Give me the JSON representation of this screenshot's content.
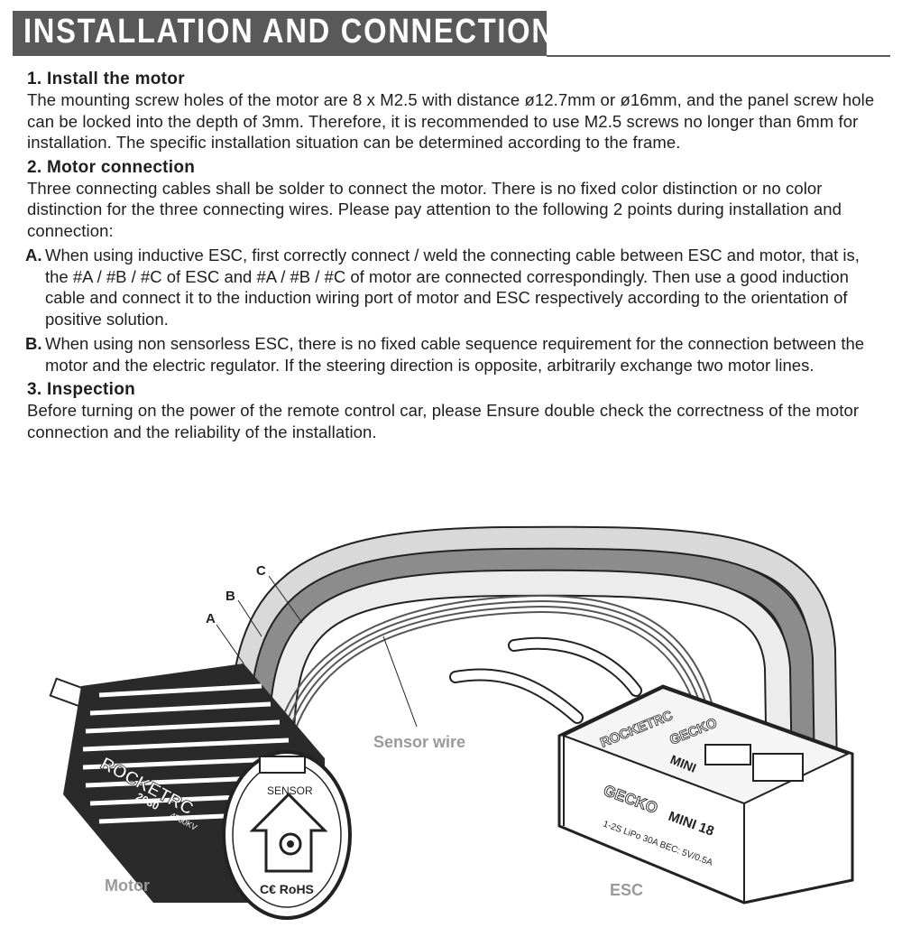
{
  "header": {
    "title": "INSTALLATION AND CONNECTION"
  },
  "sections": [
    {
      "heading": "1. Install the motor",
      "body": "The mounting screw holes of the motor are 8 x M2.5 with distance ø12.7mm or ø16mm, and the panel screw hole can be locked into the depth of 3mm. Therefore, it is recommended to use M2.5 screws no longer than 6mm for installation. The specific installation situation can be determined according to the frame."
    },
    {
      "heading": "2. Motor connection",
      "body": "Three connecting cables shall be solder to connect the motor. There is no fixed color distinction or no color distinction for the three connecting wires. Please pay attention to the following 2 points during installation and connection:",
      "items": [
        {
          "mark": "A.",
          "text": "When using inductive ESC, first correctly connect / weld the connecting cable between ESC and motor, that is, the #A / #B / #C of ESC and #A / #B / #C of motor are connected correspondingly. Then use a good induction cable and connect it to the induction wiring port of motor and ESC respectively according to the orientation of positive solution."
        },
        {
          "mark": "B.",
          "text": "When using non sensorless ESC, there is no fixed cable sequence requirement for the connection between the motor  and the electric regulator. If the steering direction is opposite, arbitrarily exchange two motor lines."
        }
      ]
    },
    {
      "heading": "3. Inspection",
      "body": "Before turning on the power of the remote control car, please Ensure double check the correctness of the motor connection and the reliability of the installation."
    }
  ],
  "diagram": {
    "wire_labels": {
      "a": "A",
      "b": "B",
      "c": "C"
    },
    "sensor_wire_label": "Sensor wire",
    "motor_label": "Motor",
    "esc_label": "ESC",
    "motor_brand": "ROCKETRC",
    "motor_model": "2030",
    "motor_kv": "4500KV",
    "motor_sensor": "SENSOR",
    "motor_cert": "C€ RoHS",
    "esc_brand": "ROCKETRC",
    "esc_gecko_top": "GECKO",
    "esc_mini_top": "MINI",
    "esc_gecko": "GECKO",
    "esc_model": "MINI 18",
    "esc_spec": "1-2S LiPo  30A  BEC: 5V/0.5A"
  }
}
